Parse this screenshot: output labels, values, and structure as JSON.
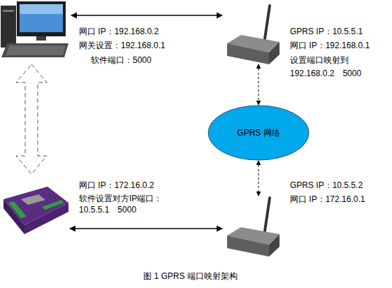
{
  "diagram": {
    "caption": "图 1 GPRS 端口映射架构",
    "nodes": [
      {
        "text": [
          "网口 IP：192.168.0.2",
          "网关设置：192.168.0.1",
          "软件端口：5000"
        ]
      },
      {
        "text": [
          "GPRS IP：10.5.5.1",
          "网口 IP：192.168.0.1",
          "设置端口映射到",
          "192.168.0.2　5000"
        ]
      },
      {
        "text": [
          "GPRS 网络"
        ]
      },
      {
        "text": [
          "网口 IP：172.16.0.2",
          "软件设置对方IP端口：",
          "10.5.5.1　5000"
        ]
      },
      {
        "text": [
          "GPRS IP：10.5.5.2",
          "网口 IP：172.16.0.1"
        ]
      }
    ],
    "edges": [
      {
        "from": 0,
        "to": 1,
        "arrow": "both"
      },
      {
        "from": 1,
        "to": 2,
        "arrow": "both"
      },
      {
        "from": 2,
        "to": 4,
        "arrow": "both"
      },
      {
        "from": 3,
        "to": 4,
        "arrow": "both"
      },
      {
        "from": 0,
        "to": 3,
        "arrow": "both"
      }
    ]
  }
}
